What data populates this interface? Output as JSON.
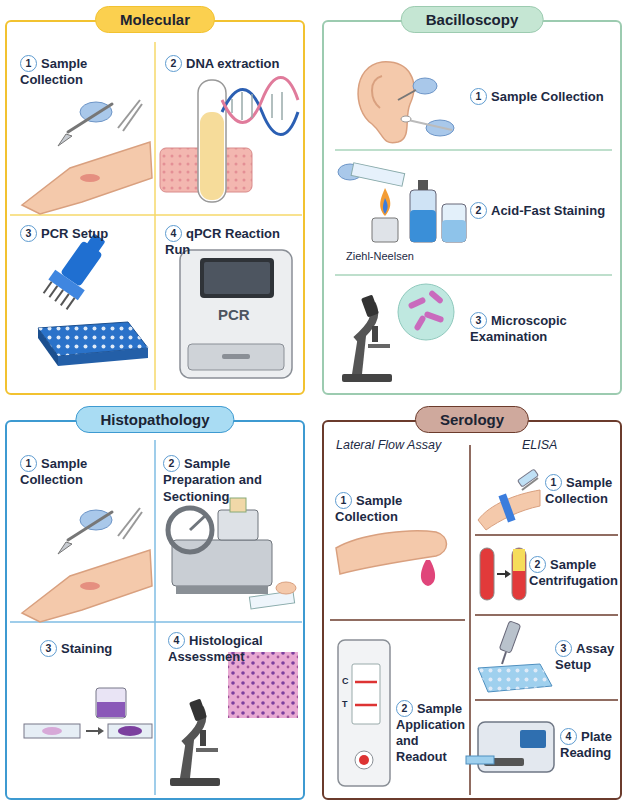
{
  "diagram": {
    "nodes": [
      {
        "text": [
          "Molecular"
        ]
      },
      {
        "text": [
          "1",
          "Sample Collection"
        ],
        "in": 0
      },
      {
        "text": [
          "2",
          "DNA extraction"
        ],
        "in": 0
      },
      {
        "text": [
          "3",
          "PCR Setup"
        ],
        "in": 0
      },
      {
        "text": [
          "4",
          "qPCR Reaction Run"
        ],
        "in": 0
      },
      {
        "text": [
          "Bacilloscopy"
        ]
      },
      {
        "text": [
          "1",
          "Sample Collection"
        ],
        "in": 5
      },
      {
        "text": [
          "2",
          "Acid-Fast Staining"
        ],
        "in": 5
      },
      {
        "text": [
          "3",
          "Microscopic Examination"
        ],
        "in": 5
      },
      {
        "text": [
          "Histopathology"
        ]
      },
      {
        "text": [
          "1",
          "Sample Collection"
        ],
        "in": 9
      },
      {
        "text": [
          "2",
          "Sample Preparation and Sectioning"
        ],
        "in": 9
      },
      {
        "text": [
          "3",
          "Staining"
        ],
        "in": 9
      },
      {
        "text": [
          "4",
          "Histological Assessment"
        ],
        "in": 9
      },
      {
        "text": [
          "Serology"
        ]
      },
      {
        "text": [
          "1",
          "Sample Collection"
        ],
        "in": 14
      },
      {
        "text": [
          "2",
          "Sample Application and Readout"
        ],
        "in": 14
      },
      {
        "text": [
          "1",
          "Sample Collection"
        ],
        "in": 14
      },
      {
        "text": [
          "2",
          "Sample Centrifugation"
        ],
        "in": 14
      },
      {
        "text": [
          "3",
          "Assay Setup"
        ],
        "in": 14
      },
      {
        "text": [
          "4",
          "Plate Reading"
        ],
        "in": 14
      }
    ],
    "labels": [
      "PCR",
      "Ziehl-Neelsen",
      "Lateral Flow Assay",
      "ELISA",
      "C",
      "T"
    ]
  }
}
